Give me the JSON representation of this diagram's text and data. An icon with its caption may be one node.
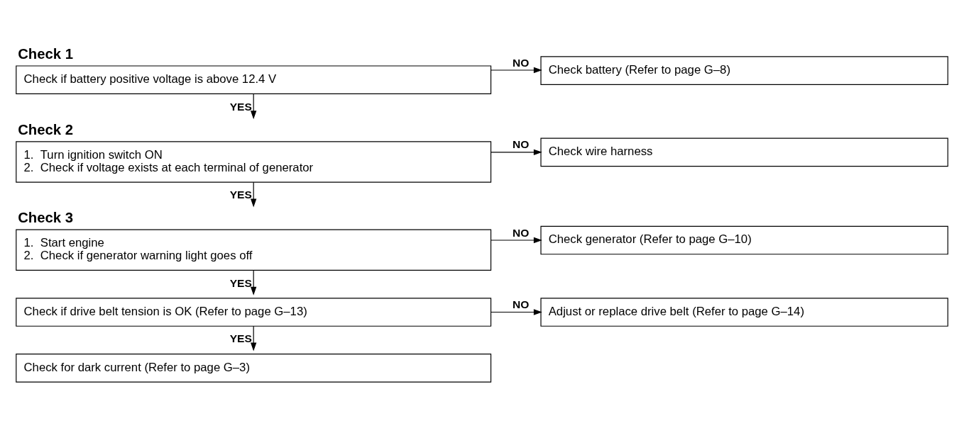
{
  "diagram": {
    "nodes": [
      {
        "text": [
          "Check 1",
          "Check if battery positive voltage is above 12.4 V"
        ]
      },
      {
        "text": [
          "Check battery (Refer to page G–8)"
        ]
      },
      {
        "text": [
          "Check 2",
          "1.  Turn ignition switch ON",
          "2.  Check if voltage exists at each terminal of generator"
        ]
      },
      {
        "text": [
          "Check wire harness"
        ]
      },
      {
        "text": [
          "Check 3",
          "1.  Start engine",
          "2.  Check if generator warning light goes off"
        ]
      },
      {
        "text": [
          "Check generator (Refer to page G–10)"
        ]
      },
      {
        "text": [
          "Check if drive belt tension is OK (Refer to page G–13)"
        ]
      },
      {
        "text": [
          "Adjust or replace drive belt (Refer to page G–14)"
        ]
      },
      {
        "text": [
          "Check for dark current (Refer to page G–3)"
        ]
      }
    ],
    "edges": [
      {
        "from": 0,
        "to": 1,
        "arrow": "to",
        "label": "NO"
      },
      {
        "from": 0,
        "to": 2,
        "arrow": "to",
        "label": "YES"
      },
      {
        "from": 2,
        "to": 3,
        "arrow": "to",
        "label": "NO"
      },
      {
        "from": 2,
        "to": 4,
        "arrow": "to",
        "label": "YES"
      },
      {
        "from": 4,
        "to": 5,
        "arrow": "to",
        "label": "NO"
      },
      {
        "from": 4,
        "to": 6,
        "arrow": "to",
        "label": "YES"
      },
      {
        "from": 6,
        "to": 7,
        "arrow": "to",
        "label": "NO"
      },
      {
        "from": 6,
        "to": 8,
        "arrow": "to",
        "label": "YES"
      }
    ]
  }
}
